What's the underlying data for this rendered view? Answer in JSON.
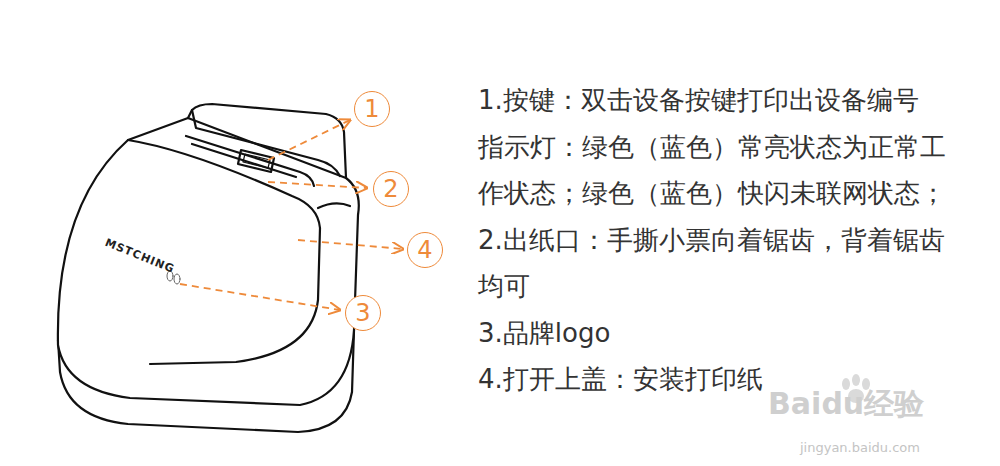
{
  "diagram": {
    "nodes": [
      {
        "text": [
          "1"
        ]
      },
      {
        "text": [
          "2"
        ]
      },
      {
        "text": [
          "4"
        ]
      },
      {
        "text": [
          "3"
        ]
      }
    ],
    "labels": [
      "1.按键：双击设备按键打印出设备编号",
      "指示灯：绿色（蓝色）常亮状态为正常工作状态；绿色（蓝色）快闪未联网状态；",
      "2.出纸口：手撕小票向着锯齿，背着锯齿均可",
      "3.品牌logo",
      "4.打开上盖：安装打印纸",
      "MSTCHING",
      "Baidu经验",
      "jingyan.baidu.com"
    ]
  }
}
